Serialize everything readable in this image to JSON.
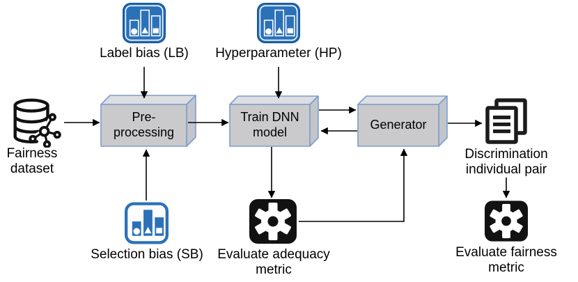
{
  "diagram": {
    "kind": "fairness-testing-pipeline-flowchart",
    "nodes": {
      "dataset_label": "Fairness\ndataset",
      "preprocessing_label": "Pre-\nprocessing",
      "train_label": "Train DNN\nmodel",
      "generator_label": "Generator"
    },
    "inputs": {
      "label_bias": "Label bias (LB)",
      "hyperparameter": "Hyperparameter (HP)",
      "selection_bias": "Selection bias (SB)"
    },
    "outputs": {
      "adequacy_label": "Evaluate adequacy\nmetric",
      "discrimination_label": "Discrimination\nindividual pair",
      "fairness_label": "Evaluate fairness\nmetric"
    },
    "icons": {
      "dataset": "database-network-icon",
      "label_bias": "bar-chart-icon",
      "hyperparameter": "bar-chart-icon",
      "selection_bias": "bar-chart-outline-icon",
      "adequacy": "gear-icon",
      "fairness": "gear-icon",
      "discrimination": "documents-icon"
    }
  },
  "colors": {
    "icon_blue": "#2B71B8",
    "icon_blue_dark": "#15599F",
    "box_fill": "#CACACC",
    "box_top": "#DCDEE2",
    "box_side": "#C2C5CA",
    "box_stroke": "#7E9CCB",
    "line_color": "#000000",
    "dark_icon": "#121212",
    "text_color": "#000000"
  }
}
